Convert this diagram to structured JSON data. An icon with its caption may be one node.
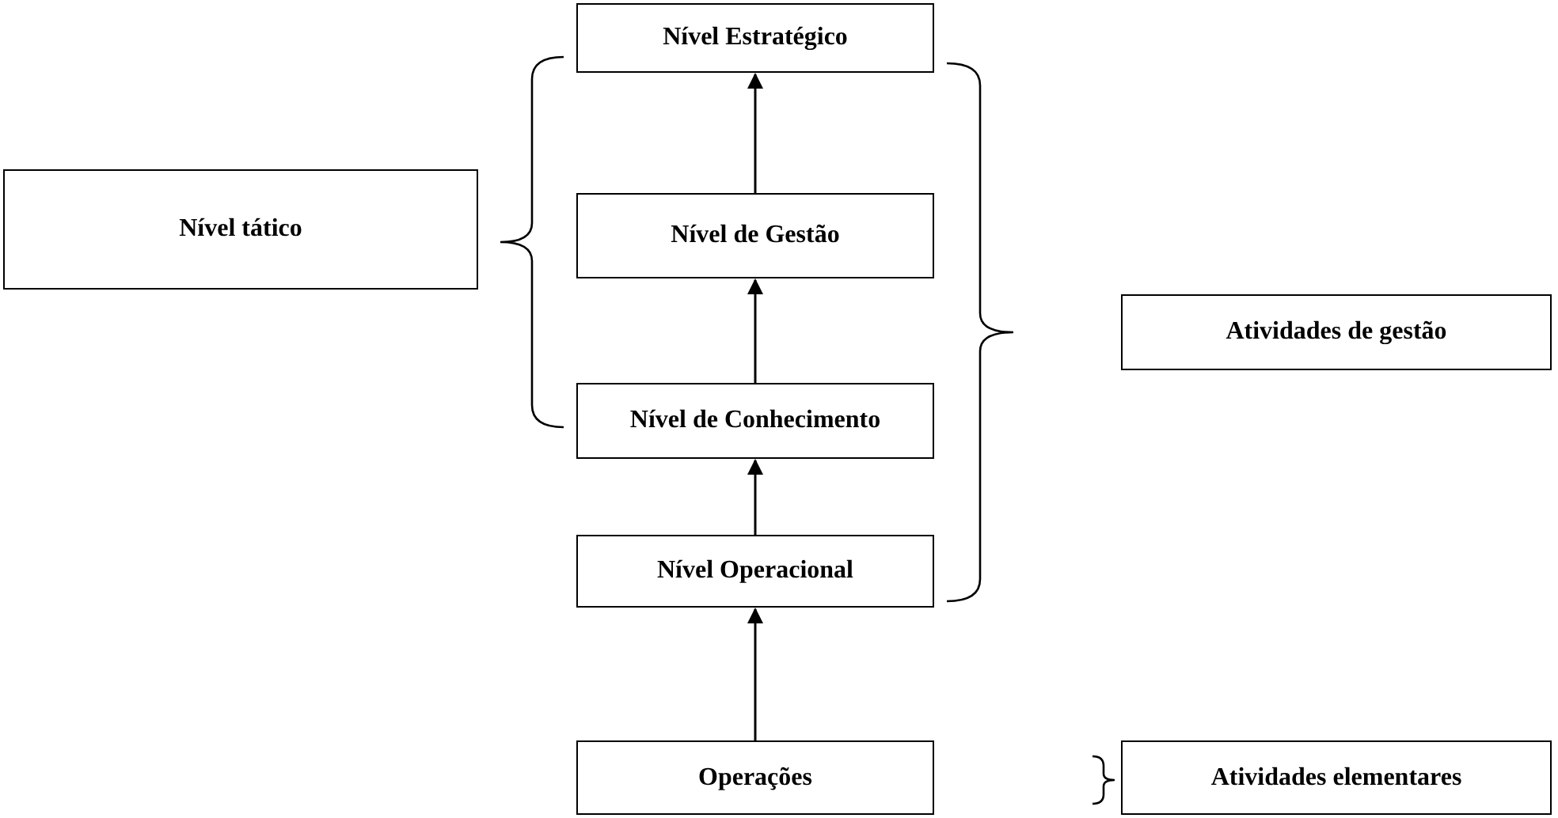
{
  "diagram": {
    "nodes": [
      {
        "text": [
          "Nível Estratégico"
        ]
      },
      {
        "text": [
          "Nível tático"
        ]
      },
      {
        "text": [
          "Nível de Gestão"
        ]
      },
      {
        "text": [
          "Atividades de gestão"
        ]
      },
      {
        "text": [
          "Nível de Conhecimento"
        ]
      },
      {
        "text": [
          "Nível Operacional"
        ]
      },
      {
        "text": [
          "Operações"
        ]
      },
      {
        "text": [
          "Atividades elementares"
        ]
      }
    ],
    "edges": [
      {
        "from": 2,
        "to": 0,
        "arrow": "to"
      },
      {
        "from": 4,
        "to": 2,
        "arrow": "to"
      },
      {
        "from": 5,
        "to": 4,
        "arrow": "to"
      },
      {
        "from": 6,
        "to": 5,
        "arrow": "to"
      }
    ]
  }
}
